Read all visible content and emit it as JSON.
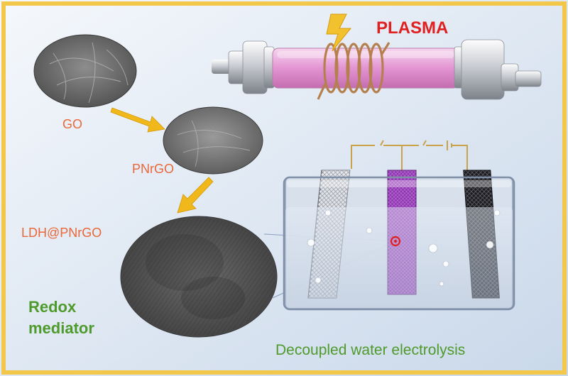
{
  "labels": {
    "plasma": "PLASMA",
    "go": "GO",
    "pnrgo": "PNrGO",
    "ldh": "LDH@PNrGO",
    "redox_line1": "Redox",
    "redox_line2": "mediator",
    "electrolysis": "Decoupled water electrolysis"
  },
  "colors": {
    "frame": "#f3c84a",
    "background": "#e6eef7",
    "label_orange": "#e8683a",
    "label_green": "#4f9a2c",
    "plasma_red": "#e02020",
    "arrow_yellow": "#f0b81a",
    "plasma_tube": "#e7a3d8",
    "coil": "#c08a5a",
    "mediator_electrode": "#9b3dbd",
    "dark_electrode": "#1e1e22",
    "light_electrode": "#c8c8cc"
  },
  "icons": [
    "lightning-bolt-icon",
    "arrow-icon"
  ]
}
